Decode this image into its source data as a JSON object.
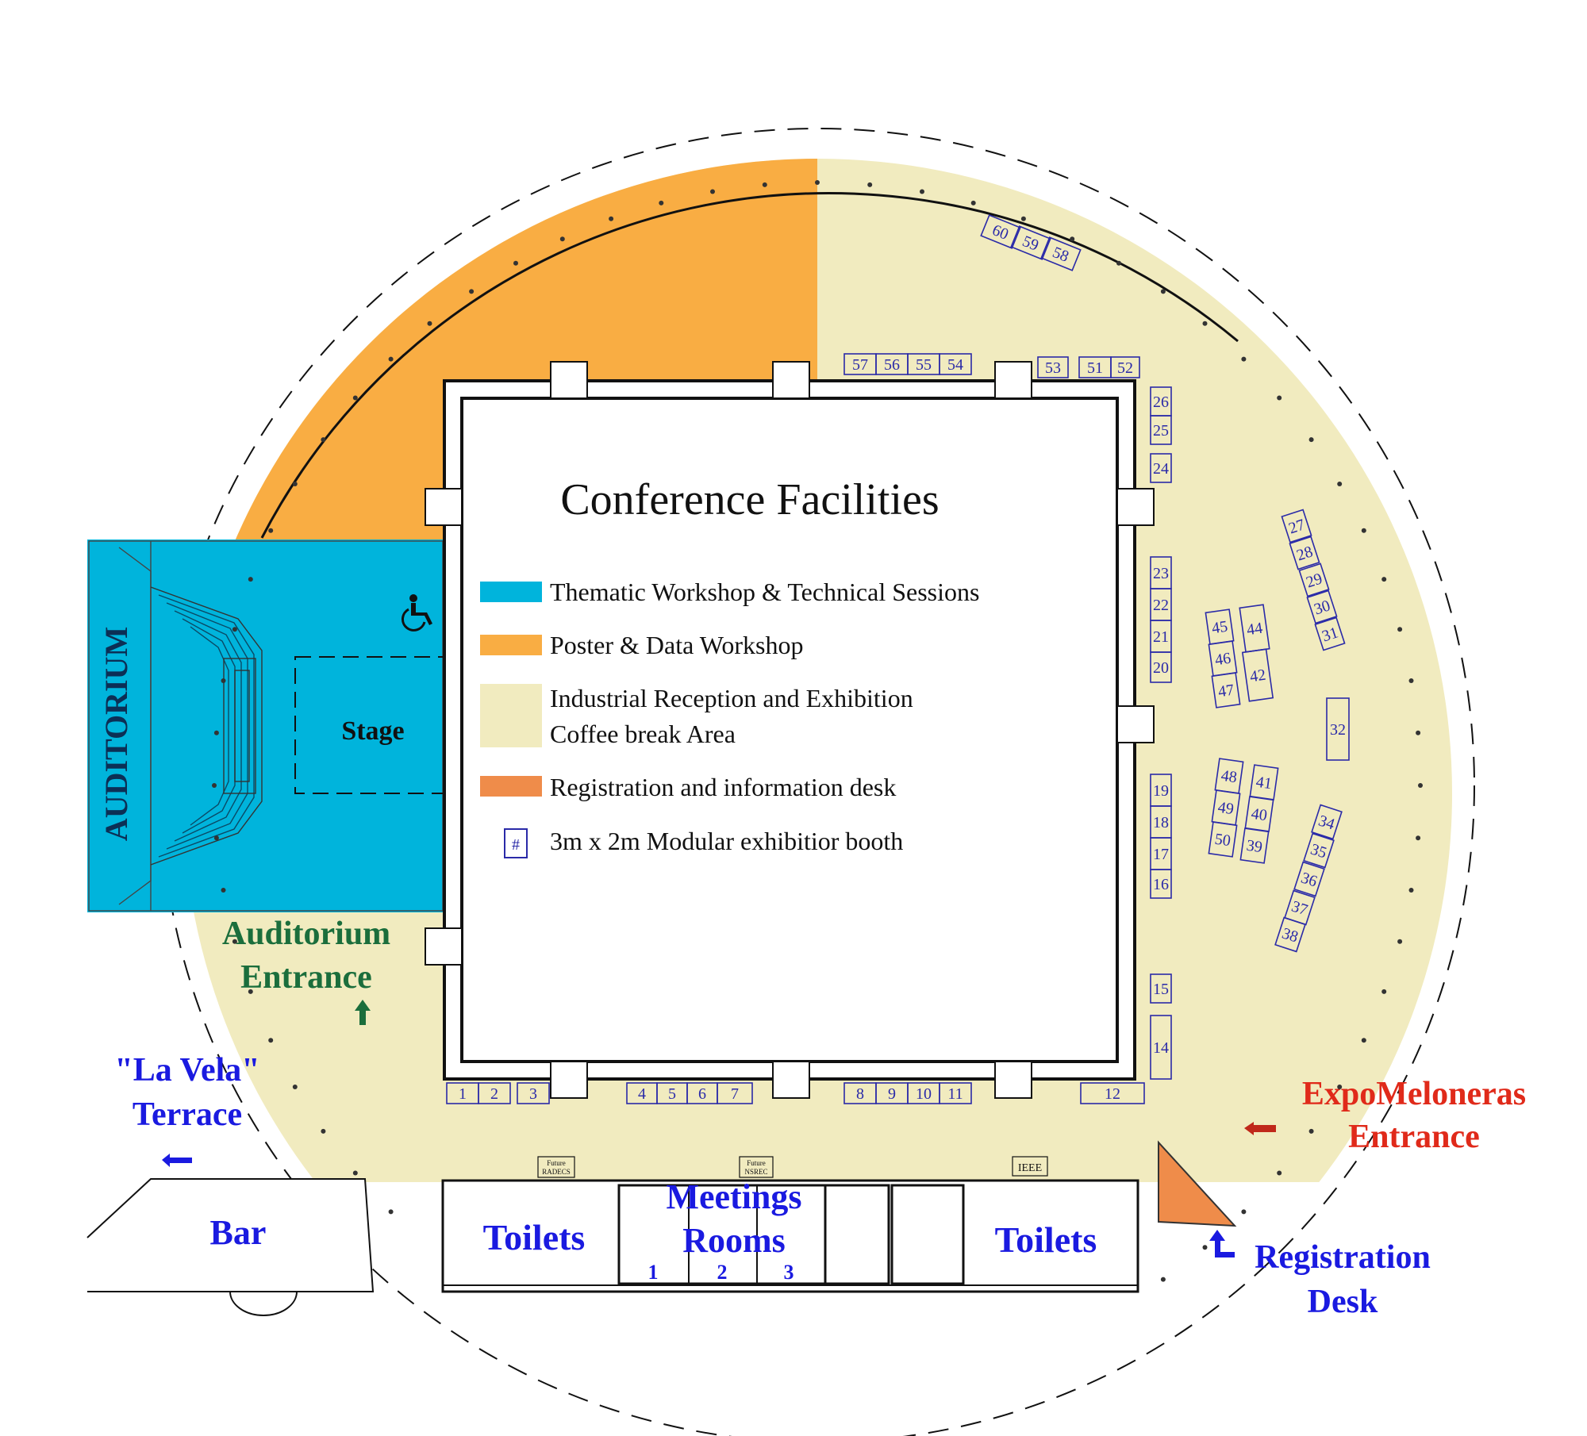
{
  "title": "Conference Facilities",
  "legend": [
    {
      "label": "Thematic Workshop  & Technical Sessions",
      "color": "#00b4dc"
    },
    {
      "label": "Poster & Data Workshop",
      "color": "#f9ad43"
    },
    {
      "label_line1": "Industrial Reception and Exhibition",
      "label_line2": "Coffee break Area",
      "color": "#f1ebbf"
    },
    {
      "label": "Registration and information desk",
      "color": "#ef8c4a"
    },
    {
      "label": "3m x 2m Modular exhibitior booth",
      "symbol": "#"
    }
  ],
  "colors": {
    "thematic": "#00b4dc",
    "poster": "#f9ad43",
    "exhibition": "#f1ebbf",
    "registration": "#ef8c4a",
    "booth": "#2a2aa8",
    "blue_label": "#1a1ae0",
    "green_label": "#1b6e3c",
    "red_label": "#e02a1a"
  },
  "labels": {
    "auditorium": "AUDITORIUM",
    "stage": "Stage",
    "auditorium_entrance_1": "Auditorium",
    "auditorium_entrance_2": "Entrance",
    "la_vela_1": "\"La Vela\"",
    "la_vela_2": "Terrace",
    "bar": "Bar",
    "toilets_left": "Toilets",
    "toilets_right": "Toilets",
    "meetings_1": "Meetings",
    "meetings_2": "Rooms",
    "room_1": "1",
    "room_2": "2",
    "room_3": "3",
    "expo_1": "ExpoMeloneras",
    "expo_2": "Entrance",
    "registration_1": "Registration",
    "registration_2": "Desk",
    "future_radecs_1": "Future",
    "future_radecs_2": "RADECS",
    "future_nsrec_1": "Future",
    "future_nsrec_2": "NSREC",
    "ieee": "IEEE"
  },
  "icons": {
    "accessibility": "wheelchair-icon",
    "left_arrow": "arrow-left-icon",
    "up_arrow": "arrow-up-icon",
    "entrance_arrow": "arrow-left-icon",
    "registration_arrow": "arrow-up-corner-icon"
  },
  "booths": [
    {
      "n": "1"
    },
    {
      "n": "2"
    },
    {
      "n": "3"
    },
    {
      "n": "4"
    },
    {
      "n": "5"
    },
    {
      "n": "6"
    },
    {
      "n": "7"
    },
    {
      "n": "8"
    },
    {
      "n": "9"
    },
    {
      "n": "10"
    },
    {
      "n": "11"
    },
    {
      "n": "12"
    },
    {
      "n": "14"
    },
    {
      "n": "15"
    },
    {
      "n": "16"
    },
    {
      "n": "17"
    },
    {
      "n": "18"
    },
    {
      "n": "19"
    },
    {
      "n": "20"
    },
    {
      "n": "21"
    },
    {
      "n": "22"
    },
    {
      "n": "23"
    },
    {
      "n": "24"
    },
    {
      "n": "25"
    },
    {
      "n": "26"
    },
    {
      "n": "27"
    },
    {
      "n": "28"
    },
    {
      "n": "29"
    },
    {
      "n": "30"
    },
    {
      "n": "31"
    },
    {
      "n": "32"
    },
    {
      "n": "34"
    },
    {
      "n": "35"
    },
    {
      "n": "36"
    },
    {
      "n": "37"
    },
    {
      "n": "38"
    },
    {
      "n": "39"
    },
    {
      "n": "40"
    },
    {
      "n": "41"
    },
    {
      "n": "42"
    },
    {
      "n": "44"
    },
    {
      "n": "45"
    },
    {
      "n": "46"
    },
    {
      "n": "47"
    },
    {
      "n": "48"
    },
    {
      "n": "49"
    },
    {
      "n": "50"
    },
    {
      "n": "51"
    },
    {
      "n": "52"
    },
    {
      "n": "53"
    },
    {
      "n": "54"
    },
    {
      "n": "55"
    },
    {
      "n": "56"
    },
    {
      "n": "57"
    },
    {
      "n": "58"
    },
    {
      "n": "59"
    },
    {
      "n": "60"
    }
  ]
}
